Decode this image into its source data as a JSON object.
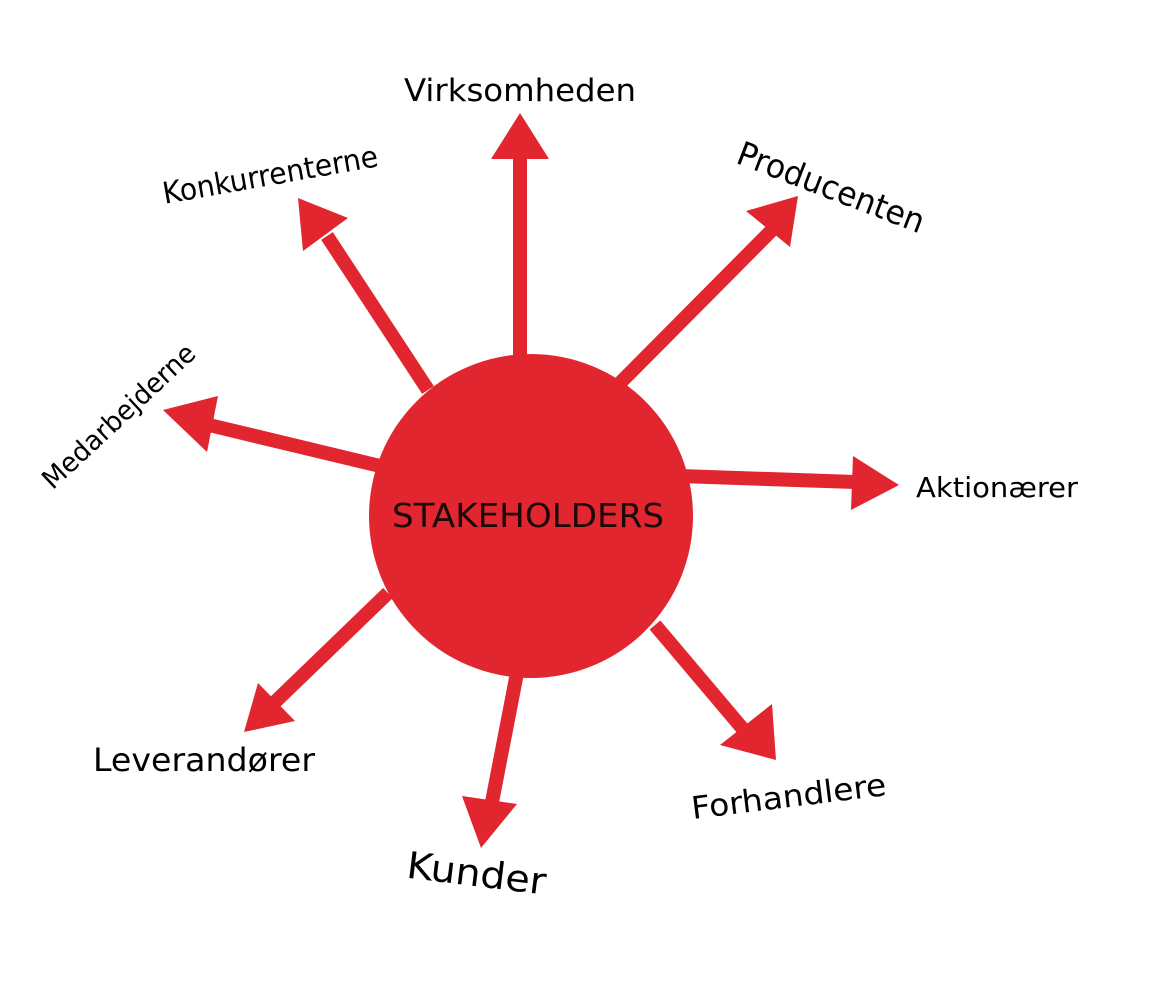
{
  "diagram": {
    "center_label": "STAKEHOLDERS",
    "colors": {
      "accent": "#e1262f",
      "text": "#000000",
      "background": "#ffffff"
    },
    "stakeholders": [
      {
        "key": "virksomheden",
        "label": "Virksomheden"
      },
      {
        "key": "producenten",
        "label": "Producenten"
      },
      {
        "key": "aktionaerer",
        "label": "Aktionærer"
      },
      {
        "key": "forhandlere",
        "label": "Forhandlere"
      },
      {
        "key": "kunder",
        "label": "Kunder"
      },
      {
        "key": "leverandorer",
        "label": "Leverandører"
      },
      {
        "key": "medarbejderne",
        "label": "Medarbejderne"
      },
      {
        "key": "konkurrenterne",
        "label": "Konkurrenterne"
      }
    ]
  }
}
